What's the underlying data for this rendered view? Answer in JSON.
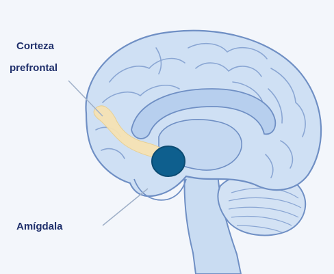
{
  "labels": {
    "prefrontal_line1": "Corteza",
    "prefrontal_line2": "prefrontal",
    "amygdala": "Amígdala"
  },
  "colors": {
    "background": "#f3f6fb",
    "brain_fill": "#cfe0f4",
    "brain_outline": "#6f8fc4",
    "sulci": "#8aa6d3",
    "prefrontal_highlight": "#f6e3b4",
    "amygdala": "#0e5f8e",
    "label_text": "#1f2f6b",
    "leader_line": "#9fb0c8"
  }
}
